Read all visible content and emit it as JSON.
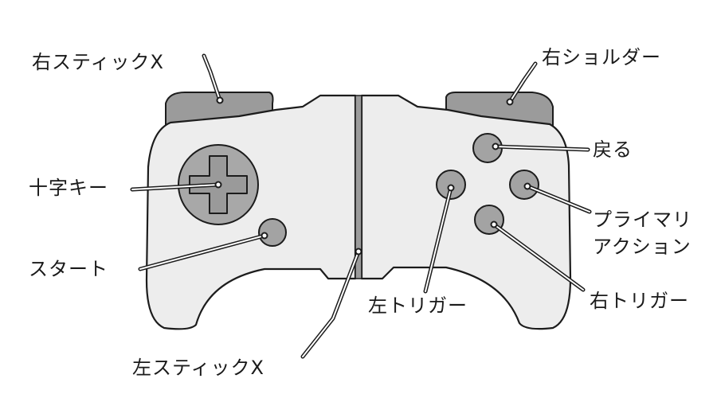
{
  "diagram": {
    "labels": {
      "right_stick_x": "右スティックX",
      "right_shoulder": "右ショルダー",
      "back": "戻る",
      "dpad": "十字キー",
      "primary_action_line1": "プライマリ",
      "primary_action_line2": "アクション",
      "start": "スタート",
      "right_trigger": "右トリガー",
      "left_trigger": "左トリガー",
      "left_stick_x": "左スティックX"
    },
    "colors": {
      "body": "#ededed",
      "parts": "#a3a3a3",
      "outline": "#1c1c1c",
      "leader_core": "#ffffff"
    }
  }
}
